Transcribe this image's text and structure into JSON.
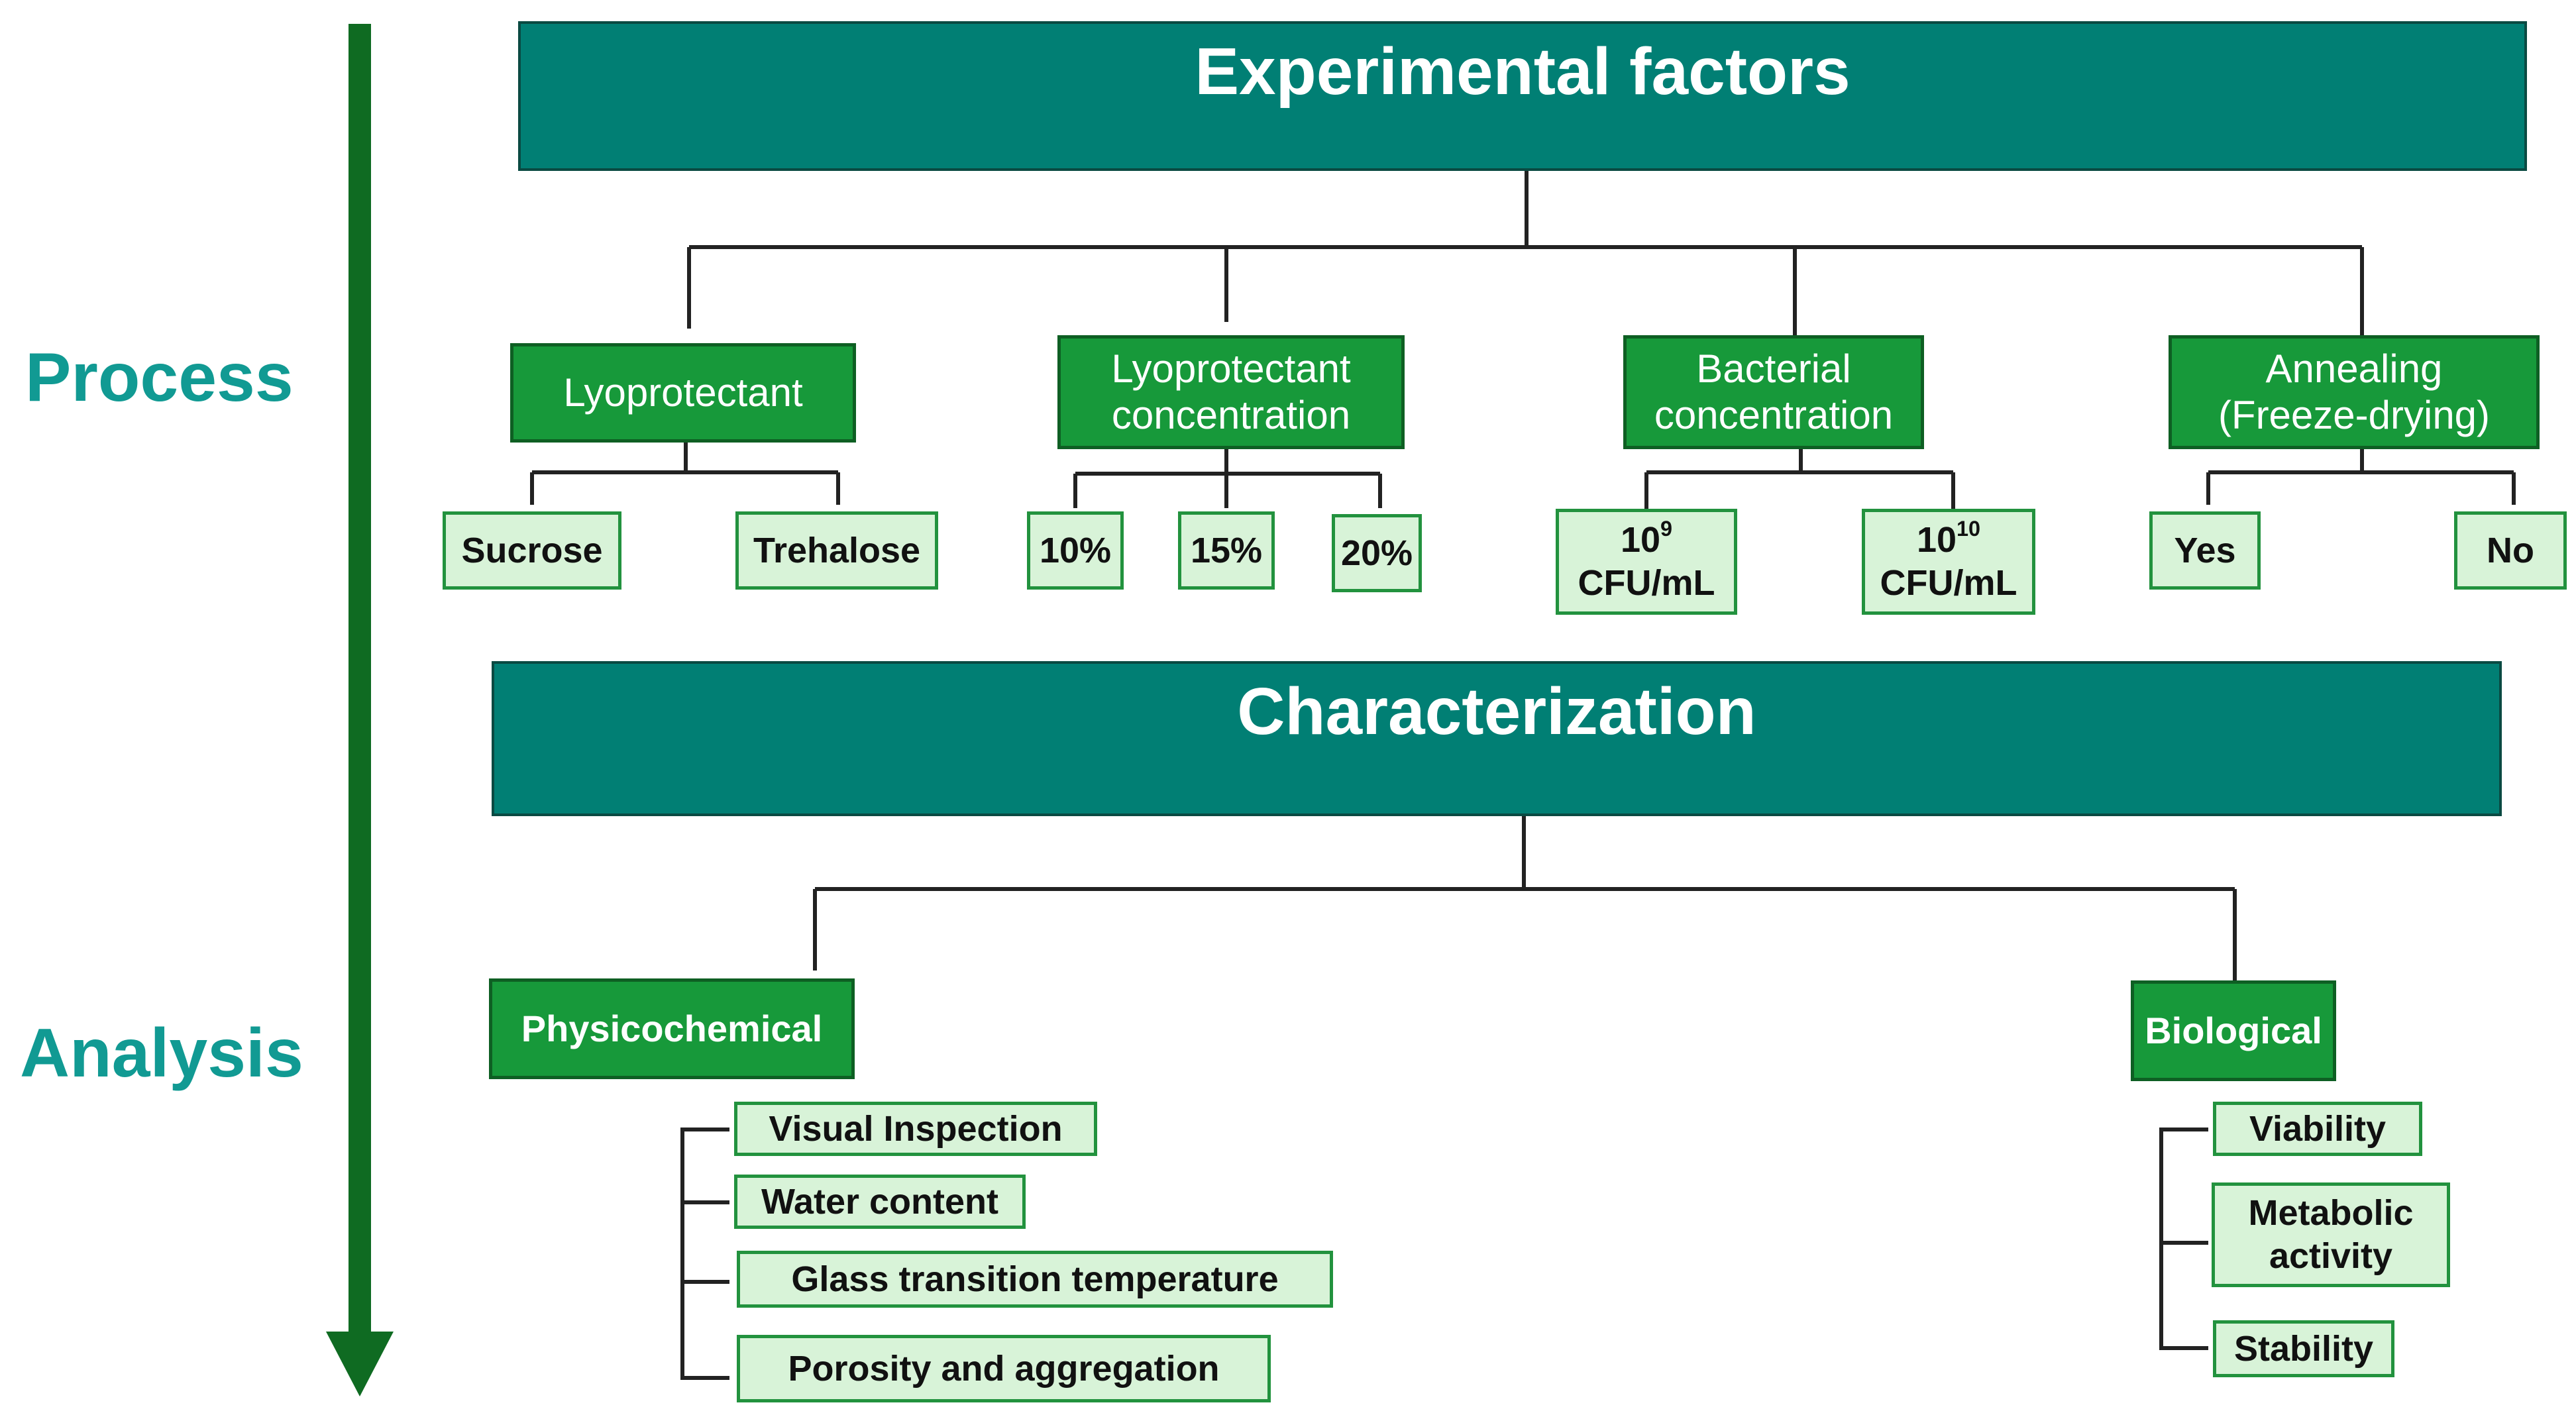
{
  "side_labels": {
    "process": "Process",
    "analysis": "Analysis"
  },
  "experimental": {
    "title": "Experimental factors",
    "factors": [
      {
        "label": "Lyoprotectant",
        "options": [
          "Sucrose",
          "Trehalose"
        ]
      },
      {
        "label_line1": "Lyoprotectant",
        "label_line2": "concentration",
        "options": [
          "10%",
          "15%",
          "20%"
        ]
      },
      {
        "label_line1": "Bacterial",
        "label_line2": "concentration",
        "options": [
          {
            "base": "10",
            "exp": "9",
            "unit": "CFU/mL"
          },
          {
            "base": "10",
            "exp": "10",
            "unit": "CFU/mL"
          }
        ]
      },
      {
        "label_line1": "Annealing",
        "label_line2": "(Freeze-drying)",
        "options": [
          "Yes",
          "No"
        ]
      }
    ]
  },
  "characterization": {
    "title": "Characterization",
    "physicochemical": {
      "label": "Physicochemical",
      "items": [
        "Visual Inspection",
        "Water content",
        "Glass transition temperature",
        "Porosity and aggregation"
      ]
    },
    "biological": {
      "label": "Biological",
      "items": [
        "Viability",
        "Metabolic",
        "activity",
        "Stability"
      ]
    }
  },
  "colors": {
    "header_teal": "#017f74",
    "category_green": "#17993a",
    "leaf_fill": "#d8f3d8",
    "arrow_green": "#0f6b22",
    "side_label_teal": "#119a93"
  }
}
